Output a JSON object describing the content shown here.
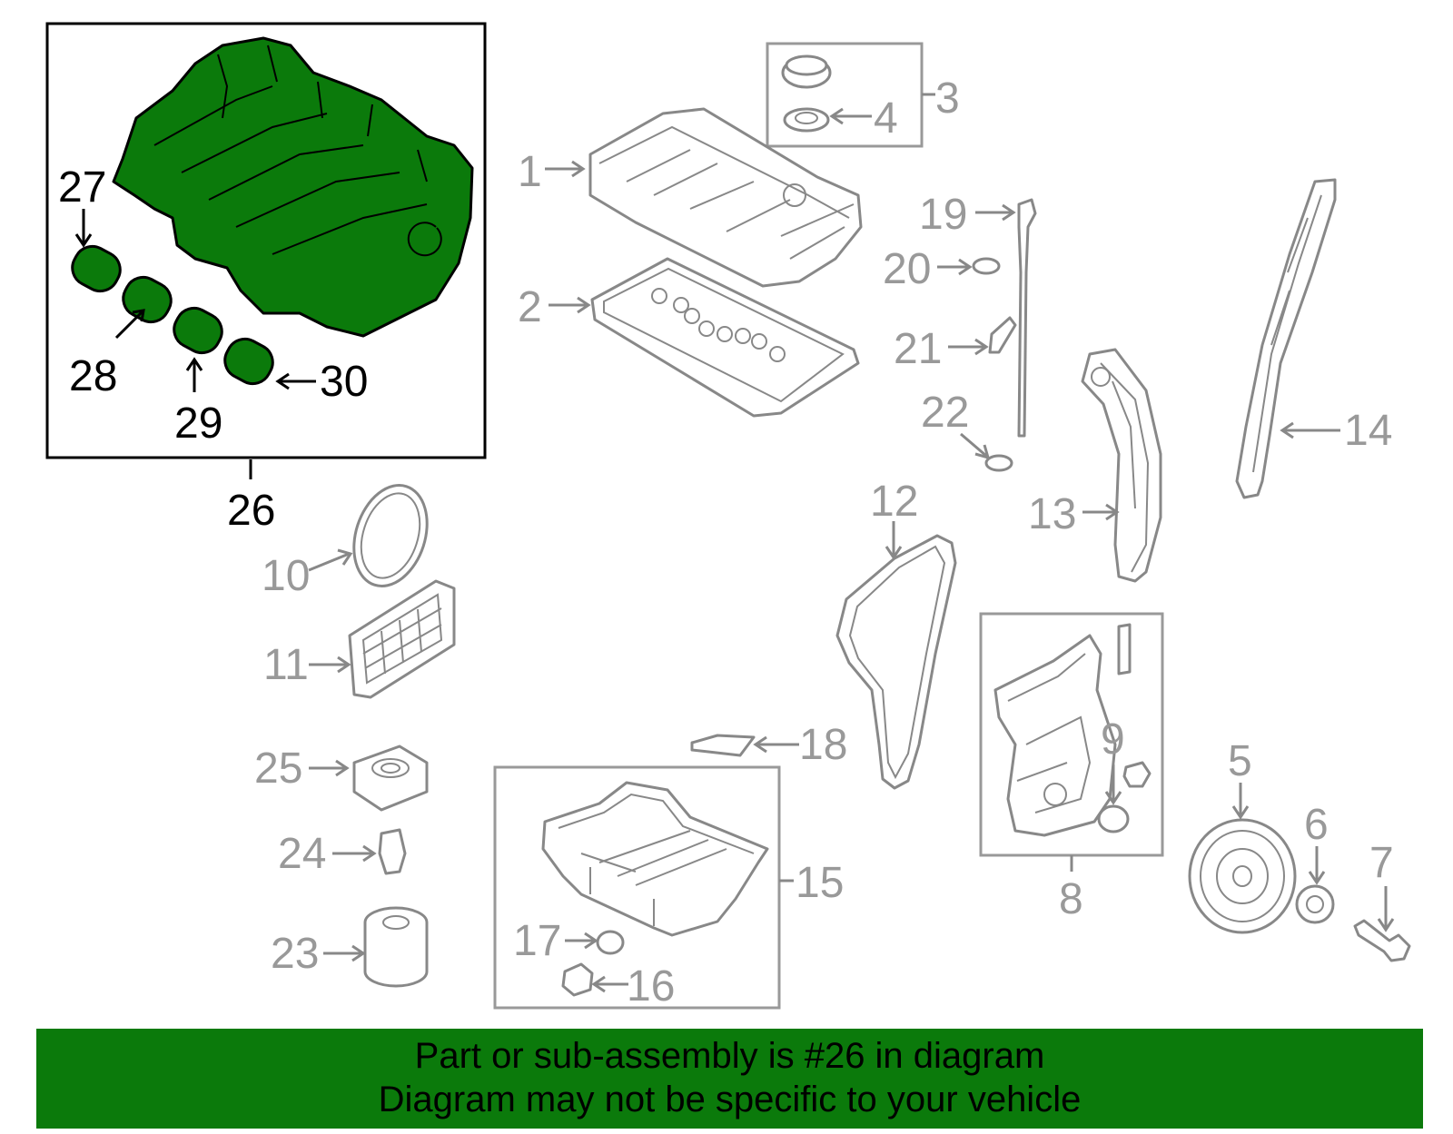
{
  "diagram": {
    "highlight_color": "#0b7a0b",
    "callouts": {
      "c1": "1",
      "c2": "2",
      "c3": "3",
      "c4": "4",
      "c5": "5",
      "c6": "6",
      "c7": "7",
      "c8": "8",
      "c9": "9",
      "c10": "10",
      "c11": "11",
      "c12": "12",
      "c13": "13",
      "c14": "14",
      "c15": "15",
      "c16": "16",
      "c17": "17",
      "c18": "18",
      "c19": "19",
      "c20": "20",
      "c21": "21",
      "c22": "22",
      "c23": "23",
      "c24": "24",
      "c25": "25",
      "c26": "26",
      "c27": "27",
      "c28": "28",
      "c29": "29",
      "c30": "30"
    }
  },
  "banner": {
    "line1": "Part or sub-assembly is #26 in diagram",
    "line2": "Diagram may not be specific to your vehicle"
  }
}
